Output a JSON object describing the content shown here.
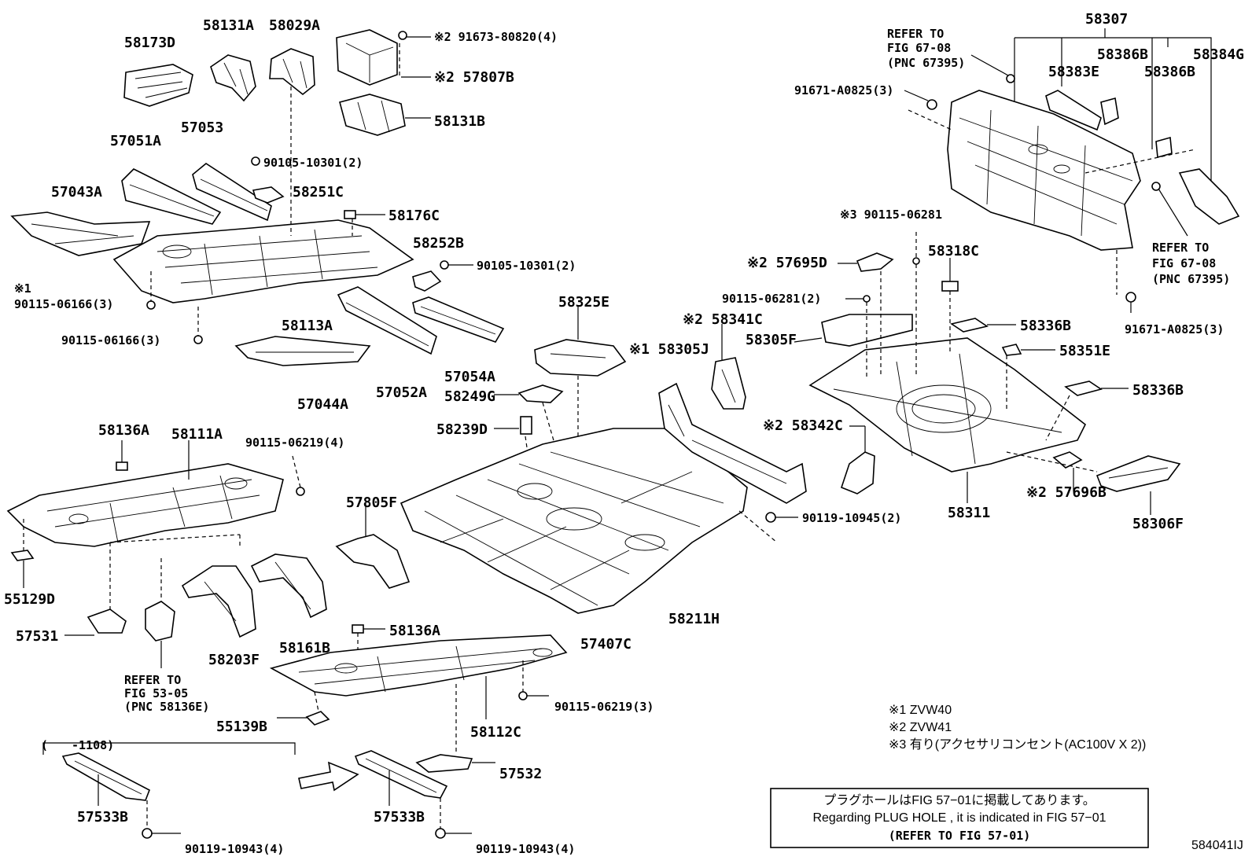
{
  "labels": {
    "p58173D": "58173D",
    "p58131A": "58131A",
    "p58029A": "58029A",
    "p91673": "※2 91673-80820(4)",
    "p57807B": "※2 57807B",
    "p58131B": "58131B",
    "p57051A": "57051A",
    "p57053": "57053",
    "p90105a": "90105-10301(2)",
    "p57043A": "57043A",
    "p58251C": "58251C",
    "p58176C": "58176C",
    "p58252B": "58252B",
    "p90105b": "90105-10301(2)",
    "p9011506166a": "90115-06166(3)",
    "p9011506166b": "90115-06166(3)",
    "p58113A": "58113A",
    "p58325E": "58325E",
    "p57044A": "57044A",
    "p57052A": "57052A",
    "p57054A": "57054A",
    "p58249G": "58249G",
    "p58305J": "※1 58305J",
    "p58239D": "58239D",
    "p58136A": "58136A",
    "p58111A": "58111A",
    "p90115_06219_4": "90115-06219(4)",
    "p57805F": "57805F",
    "p55129D": "55129D",
    "p57531": "57531",
    "p58203F": "58203F",
    "p58161B": "58161B",
    "p58136A2": "58136A",
    "p57407C": "57407C",
    "p58211H": "58211H",
    "p90115_06219_3": "90115-06219(3)",
    "p55139B": "55139B",
    "p58112C": "58112C",
    "p57532": "57532",
    "p57533Ba": "57533B",
    "p57533Bb": "57533B",
    "p90119a": "90119-10943(4)",
    "p90119b": "90119-10943(4)",
    "p58307": "58307",
    "p58386B1": "58386B",
    "p58384G": "58384G",
    "p58383E": "58383E",
    "p58386B2": "58386B",
    "p91671a": "91671-A0825(3)",
    "p91671b": "91671-A0825(3)",
    "p90115_06281": "※3 90115-06281",
    "p57695D": "※2 57695D",
    "p58318C": "58318C",
    "p90115_06281_2": "90115-06281(2)",
    "p58336B1": "58336B",
    "p58341C": "※2 58341C",
    "p58305F": "58305F",
    "p58351E": "58351E",
    "p58336B2": "58336B",
    "p58342C": "※2 58342C",
    "p90119_10945": "90119-10945(2)",
    "p58311": "58311",
    "p57696B": "※2 57696B",
    "p58306F": "58306F"
  },
  "refs": {
    "refer_top_1": "REFER TO",
    "refer_top_2": "FIG 67-08",
    "refer_top_3": "(PNC 67395)",
    "refer_right_1": "REFER TO",
    "refer_right_2": "FIG 67-08",
    "refer_right_3": "(PNC 67395)",
    "refer_left_1": "REFER TO",
    "refer_left_2": "FIG 53-05",
    "refer_left_3": "(PNC 58136E)",
    "note_x1": "※1",
    "range_label": "(　　-1108)"
  },
  "legend": {
    "l1": "※1 ZVW40",
    "l2": "※2 ZVW41",
    "l3": "※3 有り(アクセサリコンセント(AC100V X 2))"
  },
  "notice": {
    "line1": "プラグホールはFIG 57−01に掲載してあります。",
    "line2": "Regarding PLUG HOLE , it is indicated in FIG 57−01",
    "line3": "(REFER TO FIG 57-01)"
  },
  "figure_code": "584041IJ"
}
